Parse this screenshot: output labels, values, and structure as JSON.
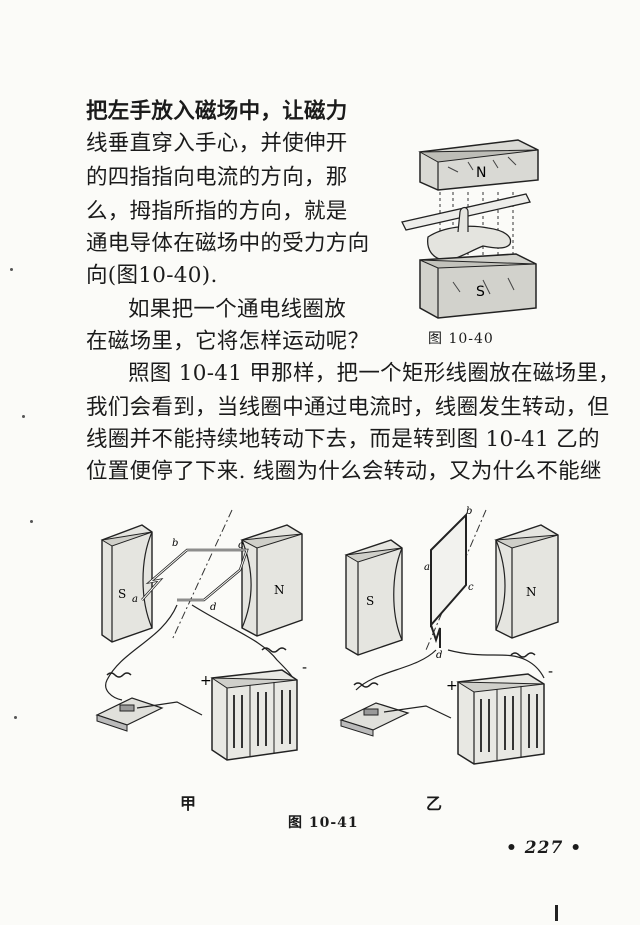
{
  "paragraph1": {
    "lines": [
      "把左手放入磁场中，让磁力",
      "线垂直穿入手心，并使伸开",
      "的四指指向电流的方向，那",
      "么，拇指所指的方向，就是",
      "通电导体在磁场中的受力方向",
      "向(图10-40)."
    ]
  },
  "paragraph2": {
    "lines": [
      "如果把一个通电线圈放",
      "在磁场里，它将怎样运动呢？"
    ]
  },
  "paragraph3": {
    "lines": [
      "照图 10-41 甲那样，把一个矩形线圈放在磁场里，",
      "我们会看到，当线圈中通过电流时，线圈发生转动，但",
      "线圈并不能持续地转动下去，而是转到图 10-41 乙的",
      "位置便停了下来. 线圈为什么会转动，又为什么不能继"
    ]
  },
  "figure_10_40": {
    "caption": "图  10-40",
    "pole_top": "N",
    "pole_bottom": "S"
  },
  "figure_10_41": {
    "caption": "图  10-41",
    "left_label": "甲",
    "right_label": "乙",
    "left": {
      "pole_left": "S",
      "pole_right": "N",
      "a": "a",
      "b": "b",
      "c": "c",
      "d": "d",
      "plus": "+",
      "minus": "-"
    },
    "right": {
      "pole_left": "S",
      "pole_right": "N",
      "a": "a",
      "b": "b",
      "c": "c",
      "d": "d",
      "plus": "+",
      "minus": "-"
    }
  },
  "page_number": "• 227 •"
}
